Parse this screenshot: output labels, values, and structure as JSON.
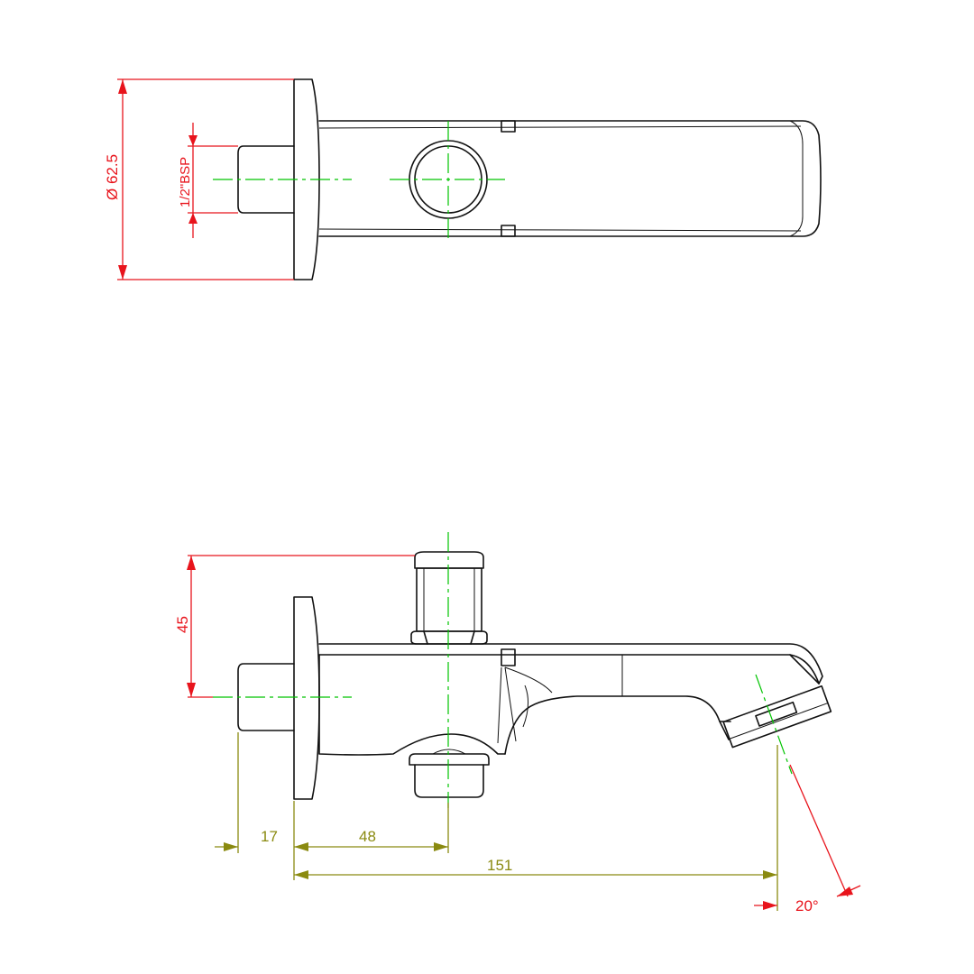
{
  "top_view": {
    "diameter_label": "Ø 62.5",
    "thread_label": "1/2\"BSP"
  },
  "side_view": {
    "height_label": "45",
    "length_a_label": "17",
    "length_b_label": "48",
    "length_total_label": "151",
    "angle_label": "20°"
  },
  "colors": {
    "outline": "#111111",
    "centerline": "#00c400",
    "dimension_primary": "#e8141c",
    "dimension_secondary": "#8a8a10"
  }
}
